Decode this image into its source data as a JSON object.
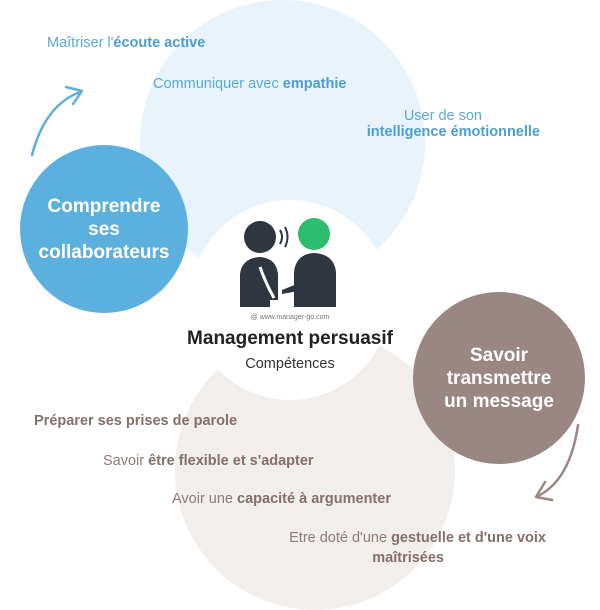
{
  "center": {
    "title": "Management persuasif",
    "subtitle": "Compétences",
    "credit": "@ www.manager-go.com"
  },
  "left_circle": {
    "label": "Comprendre ses collaborateurs",
    "color": "#5cb0de"
  },
  "right_circle": {
    "label": "Savoir transmettre un message",
    "color": "#9a8682"
  },
  "top_items": [
    {
      "prefix": "Maîtriser l'",
      "bold": "écoute active"
    },
    {
      "prefix": "Communiquer avec ",
      "bold": "empathie"
    },
    {
      "prefix": "User de son",
      "bold": "intelligence émotionnelle"
    }
  ],
  "bottom_items": [
    {
      "prefix": "",
      "bold": "Préparer ses prises de parole"
    },
    {
      "prefix": "Savoir ",
      "bold": "être flexible et s'adapter"
    },
    {
      "prefix": "Avoir une ",
      "bold": "capacité à argumenter"
    },
    {
      "prefix": "Etre doté d'une ",
      "bold": "gestuelle et d'une voix",
      "line2": "maîtrisées"
    }
  ],
  "colors": {
    "blue_accent": "#5cb0de",
    "brown_accent": "#9a8682",
    "green_head": "#2dbd6e",
    "dark_figure": "#2f3640"
  },
  "icons": [
    "two-people-conversation-icon",
    "curved-arrow-up-icon",
    "curved-arrow-down-icon"
  ]
}
